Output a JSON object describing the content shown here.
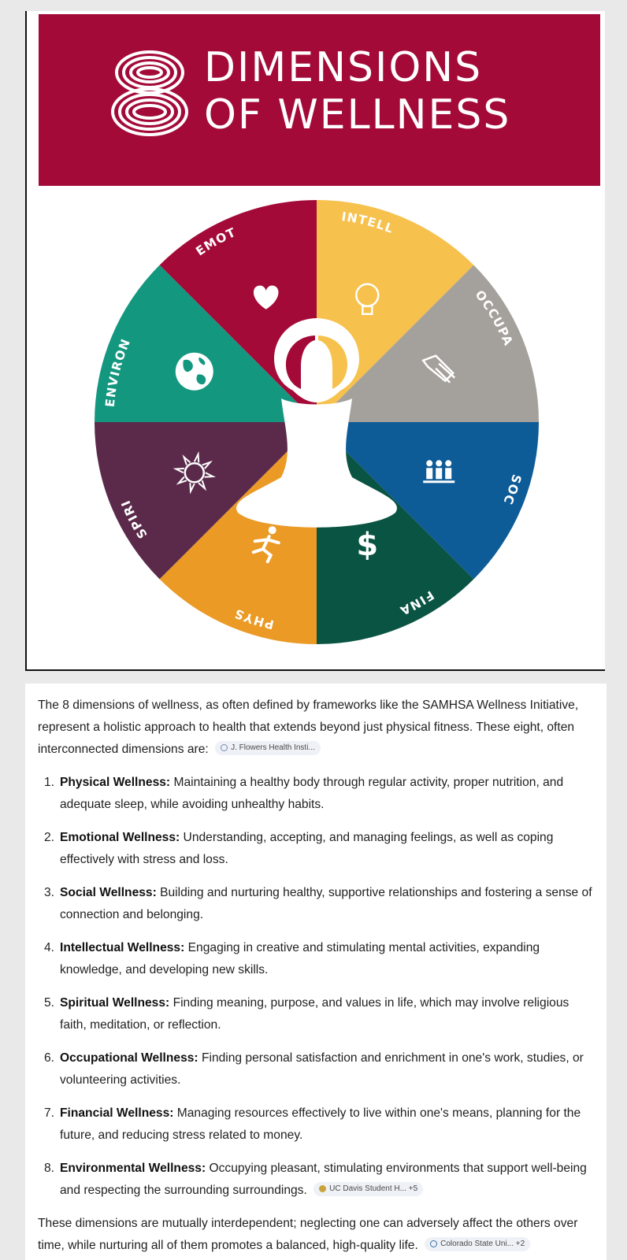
{
  "banner": {
    "numeral": "8",
    "title_line1": "DIMENSIONS",
    "title_line2": "OF WELLNESS",
    "color": "#a30a38"
  },
  "wheel": {
    "segments": [
      {
        "label": "EMOTIONAL",
        "color": "#a30a38",
        "icon": "heart-icon"
      },
      {
        "label": "INTELLECTUAL",
        "color": "#f6c14c",
        "icon": "lightbulb-icon"
      },
      {
        "label": "OCCUPATIONAL",
        "color": "#a4a09b",
        "icon": "handshake-icon"
      },
      {
        "label": "SOCIAL",
        "color": "#0d5b97",
        "icon": "people-icon"
      },
      {
        "label": "FINANCIAL",
        "color": "#095443",
        "icon": "dollar-icon"
      },
      {
        "label": "PHYSICAL",
        "color": "#ea9a25",
        "icon": "runner-icon"
      },
      {
        "label": "SPIRITUAL",
        "color": "#5b2a4b",
        "icon": "sun-icon"
      },
      {
        "label": "ENVIRONMENTAL",
        "color": "#13977f",
        "icon": "globe-icon"
      }
    ]
  },
  "text": {
    "intro": "The 8 dimensions of wellness, as often defined by frameworks like the SAMHSA Wellness Initiative, represent a holistic approach to health that extends beyond just physical fitness. These eight, often interconnected dimensions are:",
    "intro_chip": "J. Flowers Health Insti...",
    "items": [
      {
        "num": "1.",
        "term": "Physical Wellness:",
        "desc": " Maintaining a healthy body through regular activity, proper nutrition, and adequate sleep, while avoiding unhealthy habits."
      },
      {
        "num": "2.",
        "term": "Emotional Wellness:",
        "desc": " Understanding, accepting, and managing feelings, as well as coping effectively with stress and loss."
      },
      {
        "num": "3.",
        "term": "Social Wellness:",
        "desc": " Building and nurturing healthy, supportive relationships and fostering a sense of connection and belonging."
      },
      {
        "num": "4.",
        "term": "Intellectual Wellness:",
        "desc": " Engaging in creative and stimulating mental activities, expanding knowledge, and developing new skills."
      },
      {
        "num": "5.",
        "term": "Spiritual Wellness:",
        "desc": " Finding meaning, purpose, and values in life, which may involve religious faith, meditation, or reflection."
      },
      {
        "num": "6.",
        "term": "Occupational Wellness:",
        "desc": " Finding personal satisfaction and enrichment in one's work, studies, or volunteering activities."
      },
      {
        "num": "7.",
        "term": "Financial Wellness:",
        "desc": " Managing resources effectively to live within one's means, planning for the future, and reducing stress related to money."
      },
      {
        "num": "8.",
        "term": "Environmental Wellness:",
        "desc": " Occupying pleasant, stimulating environments that support well-being and respecting the surrounding surroundings."
      }
    ],
    "item8_chip": "UC Davis Student H... +5",
    "outro": "These dimensions are mutually interdependent; neglecting one can adversely affect the others over time, while nurturing all of them promotes a balanced, high-quality life.",
    "outro_chip": "Colorado State Uni... +2"
  }
}
